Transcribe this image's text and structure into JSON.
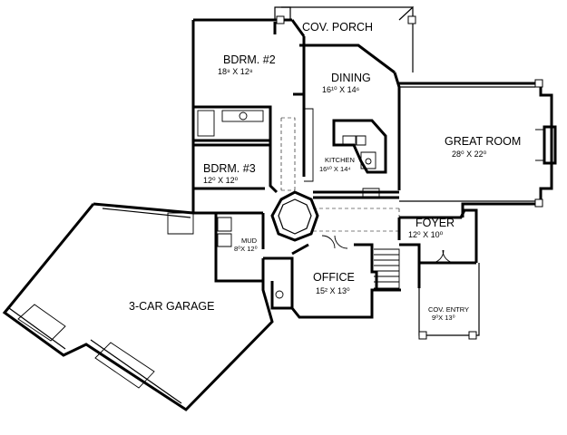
{
  "rooms": {
    "cov_porch": {
      "name": "COV. PORCH",
      "dims": ""
    },
    "bdrm2": {
      "name": "BDRM. #2",
      "dims": "18⁸ X 12⁸"
    },
    "dining": {
      "name": "DINING",
      "dims": "16¹⁰ X 14⁶"
    },
    "great_room": {
      "name": "GREAT ROOM",
      "dims": "28⁰ X 22⁰"
    },
    "kitchen": {
      "name": "KITCHEN",
      "dims": "16¹⁰ X 14⁴"
    },
    "bdrm3": {
      "name": "BDRM. #3",
      "dims": "12⁰ X 12⁰"
    },
    "foyer": {
      "name": "FOYER",
      "dims": "12⁰ X 10⁰"
    },
    "mud": {
      "name": "MUD",
      "dims": "8⁰X 12⁰"
    },
    "office": {
      "name": "OFFICE",
      "dims": "15² X 13⁰"
    },
    "garage": {
      "name": "3-CAR GARAGE",
      "dims": ""
    },
    "cov_entry": {
      "name": "COV. ENTRY",
      "dims": "9⁰X 13⁰"
    }
  }
}
